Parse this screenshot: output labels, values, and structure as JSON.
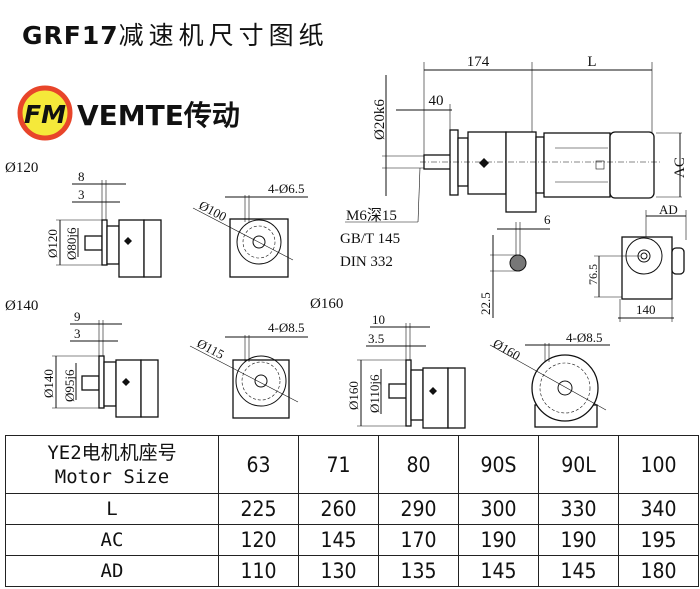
{
  "title": {
    "model": "GRF17",
    "text": "减速机尺寸图纸"
  },
  "logo": {
    "mark": "FM",
    "brand": "VEMTE传动",
    "ring_color": "#e8452a",
    "fill_color": "#f5e93a"
  },
  "main_view": {
    "dim_174": "174",
    "dim_L": "L",
    "dim_shaft_dia": "Ø20k6",
    "dim_40": "40",
    "dim_AC": "AC",
    "thread_note": [
      "M6深15",
      "GB/T 145",
      "DIN 332"
    ],
    "key_width": "6",
    "key_height": "22.5",
    "side_AD": "AD",
    "side_76_5": "76.5",
    "side_140": "140"
  },
  "flanges": [
    {
      "label": "Ø120",
      "dim_a": "8",
      "dim_b": "3",
      "outer": "Ø120",
      "spigot": "Ø80j6",
      "pcd": "Ø100",
      "holes": "4-Ø6.5"
    },
    {
      "label": "Ø140",
      "dim_a": "9",
      "dim_b": "3",
      "outer": "Ø140",
      "spigot": "Ø95j6",
      "pcd": "Ø115",
      "holes": "4-Ø8.5"
    },
    {
      "label": "Ø160",
      "dim_a": "10",
      "dim_b": "3.5",
      "outer": "Ø160",
      "spigot": "Ø110j6",
      "pcd": "Ø160",
      "holes": "4-Ø8.5"
    }
  ],
  "table": {
    "header": {
      "label_cn": "YE2电机机座号",
      "label_en": "Motor Size",
      "sizes": [
        "63",
        "71",
        "80",
        "90S",
        "90L",
        "100"
      ]
    },
    "rows": [
      {
        "label": "L",
        "values": [
          "225",
          "260",
          "290",
          "300",
          "330",
          "340"
        ]
      },
      {
        "label": "AC",
        "values": [
          "120",
          "145",
          "170",
          "190",
          "190",
          "195"
        ]
      },
      {
        "label": "AD",
        "values": [
          "110",
          "130",
          "135",
          "145",
          "145",
          "180"
        ]
      }
    ]
  }
}
